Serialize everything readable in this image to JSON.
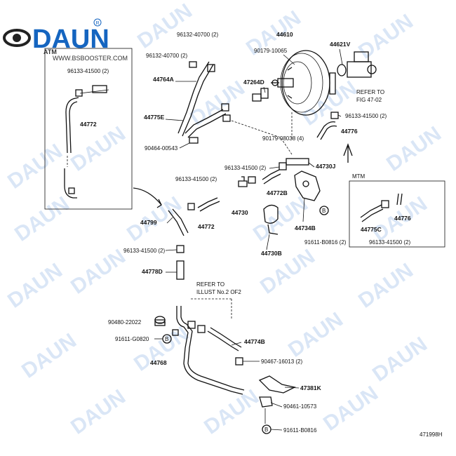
{
  "logo": {
    "brand": "DAUN",
    "sub": "ATM",
    "site": "WWW.BSBOOSTER.COM",
    "registered": "R"
  },
  "watermark": "DAUN",
  "labels": {
    "l44610": "44610",
    "l90179_10065": "90179-10065",
    "l44621V": "44621V",
    "l96132_40700_top": "96132-40700 (2)",
    "l96132_40700_left": "96132-40700 (2)",
    "l44764A": "44764A",
    "l47264D": "47264D",
    "l96133_41500_box": "96133-41500 (2)",
    "l44772_box": "44772",
    "l44775E": "44775E",
    "l90464_00543": "90464-00543",
    "refer_fig_1": "REFER TO",
    "refer_fig_2": "FIG 47-02",
    "l96133_41500_right": "96133-41500 (2)",
    "l44776": "44776",
    "l90179_08038": "90179-08038 (4)",
    "l96133_41500_mid": "96133-41500 (2)",
    "l44730J": "44730J",
    "l96133_41500_left": "96133-41500 (2)",
    "l44772B": "44772B",
    "mtm": "MTM",
    "l44799": "44799",
    "l44772": "44772",
    "l44730": "44730",
    "l44734B": "44734B",
    "l44776_mtm": "44776",
    "l44775C": "44775C",
    "l96133_41500_mtm": "96133-41500 (2)",
    "l91611_B0816_mid": "91611-B0816 (2)",
    "l44730B": "44730B",
    "l96133_41500_low": "96133-41500 (2)",
    "l44778D": "44778D",
    "refer_illust_1": "REFER TO",
    "refer_illust_2": "ILLUST No.2 OF2",
    "l90480_22022": "90480-22022",
    "l91611_G0820": "91611-G0820",
    "l44774B": "44774B",
    "l44768": "44768",
    "l90467_16013": "90467-16013 (2)",
    "l47381K": "47381K",
    "l90461_10573": "90461-10573",
    "l91611_B0816_low": "91611-B0816",
    "fig_id": "471998H",
    "bolt_letter": "B"
  }
}
